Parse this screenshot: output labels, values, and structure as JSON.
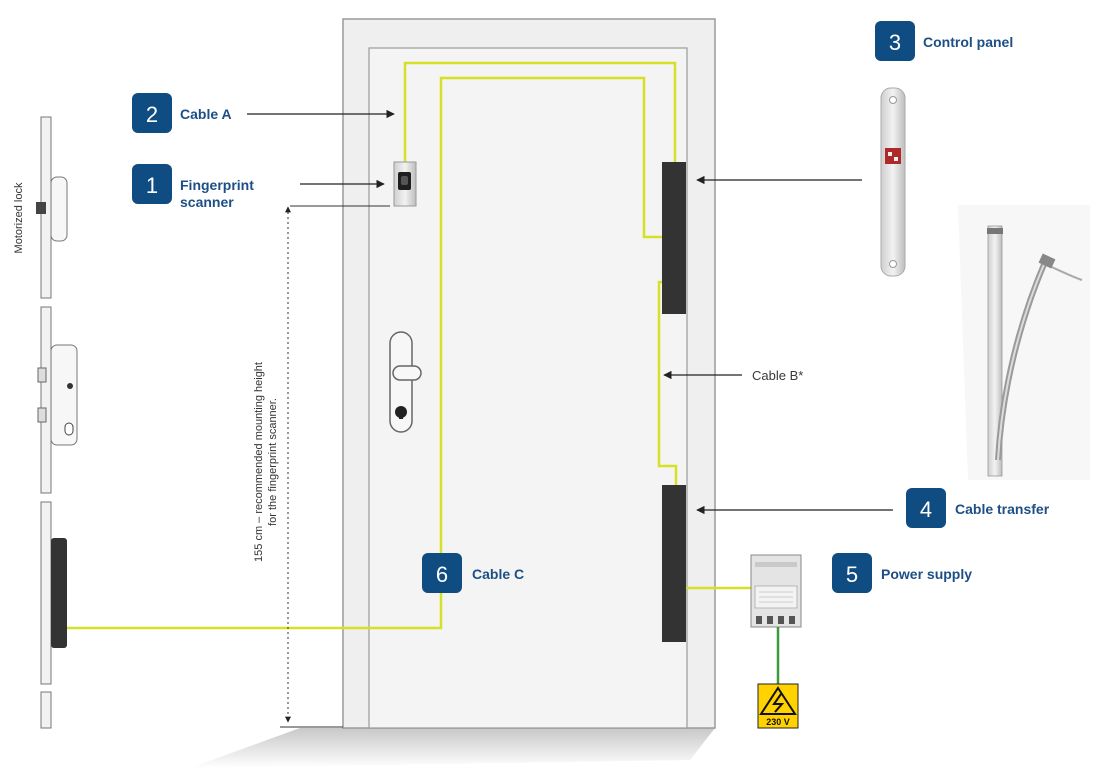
{
  "colors": {
    "badge": "#0f4c81",
    "label": "#1d4f86",
    "cable": "#d6e024",
    "door": "#efefef",
    "door_border": "#9a9a9a",
    "dark_panel": "#333333",
    "ground_wire": "#3c9a3c"
  },
  "components": [
    {
      "id": "fingerprint",
      "number": "1",
      "label_lines": [
        "Fingerprint",
        "scanner"
      ]
    },
    {
      "id": "cable-a",
      "number": "2",
      "label_lines": [
        "Cable A"
      ]
    },
    {
      "id": "control-panel",
      "number": "3",
      "label_lines": [
        "Control panel"
      ]
    },
    {
      "id": "cable-transfer",
      "number": "4",
      "label_lines": [
        "Cable transfer"
      ]
    },
    {
      "id": "power-supply",
      "number": "5",
      "label_lines": [
        "Power supply"
      ]
    },
    {
      "id": "cable-c",
      "number": "6",
      "label_lines": [
        "Cable C"
      ]
    }
  ],
  "plain_labels": {
    "cable_b": "Cable B*",
    "motorized_lock": "Motorized lock",
    "height_line1": "155 cm – recommended mounting height",
    "height_line2": "for the fingerprint scanner.",
    "voltage": "230 V"
  },
  "icons": {
    "high_voltage": "high-voltage-warning-icon",
    "lock": "motorized-lock-icon",
    "handle": "door-handle-icon",
    "scanner": "fingerprint-scanner-icon",
    "power": "power-supply-unit-icon",
    "control": "control-panel-strip-icon",
    "transfer": "cable-transfer-icon"
  }
}
